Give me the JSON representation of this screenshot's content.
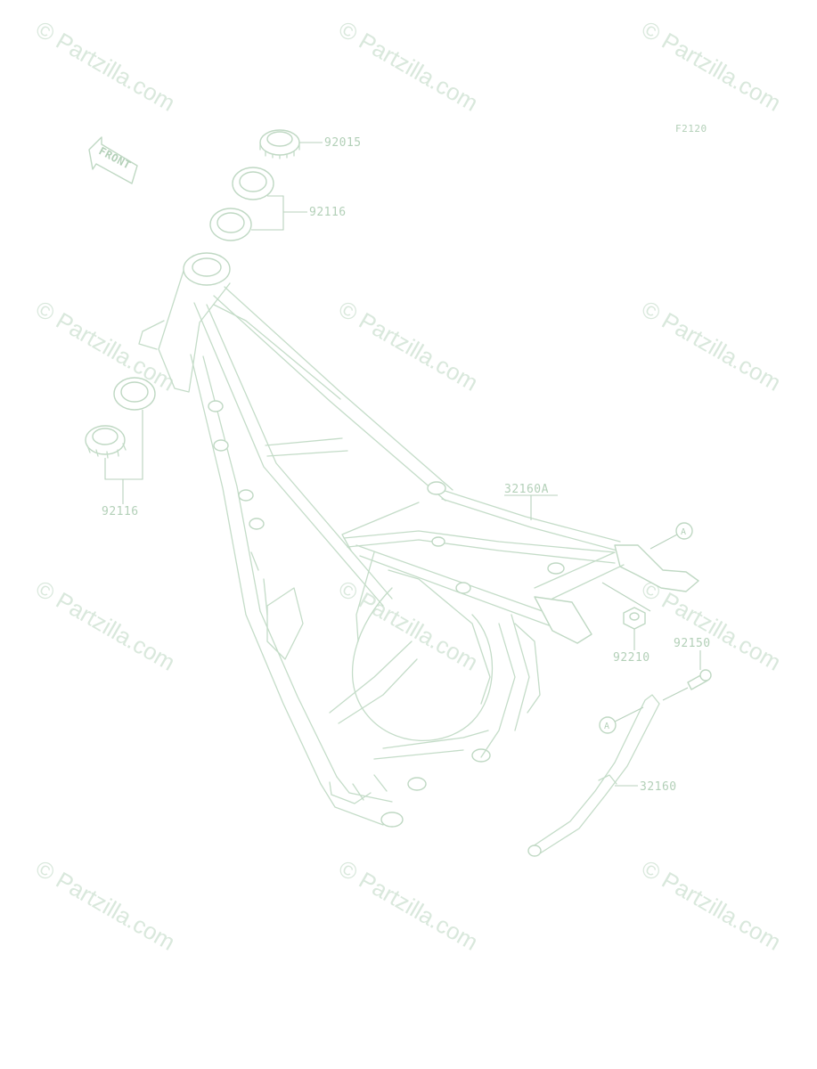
{
  "diagram": {
    "figure_code": "F2120",
    "front_label": "FRONT",
    "callout_letter": "A",
    "watermark": "© Partzilla.com",
    "parts": {
      "nut_top": "92015",
      "bearing_top": "92116",
      "bearing_bottom": "92116",
      "frame": "32160A",
      "nut_rear": "92210",
      "bolt": "92150",
      "subframe": "32160"
    },
    "colors": {
      "line": "#c4dcc8",
      "label": "#b3d0b8",
      "watermark": "#d9e8dc"
    }
  }
}
